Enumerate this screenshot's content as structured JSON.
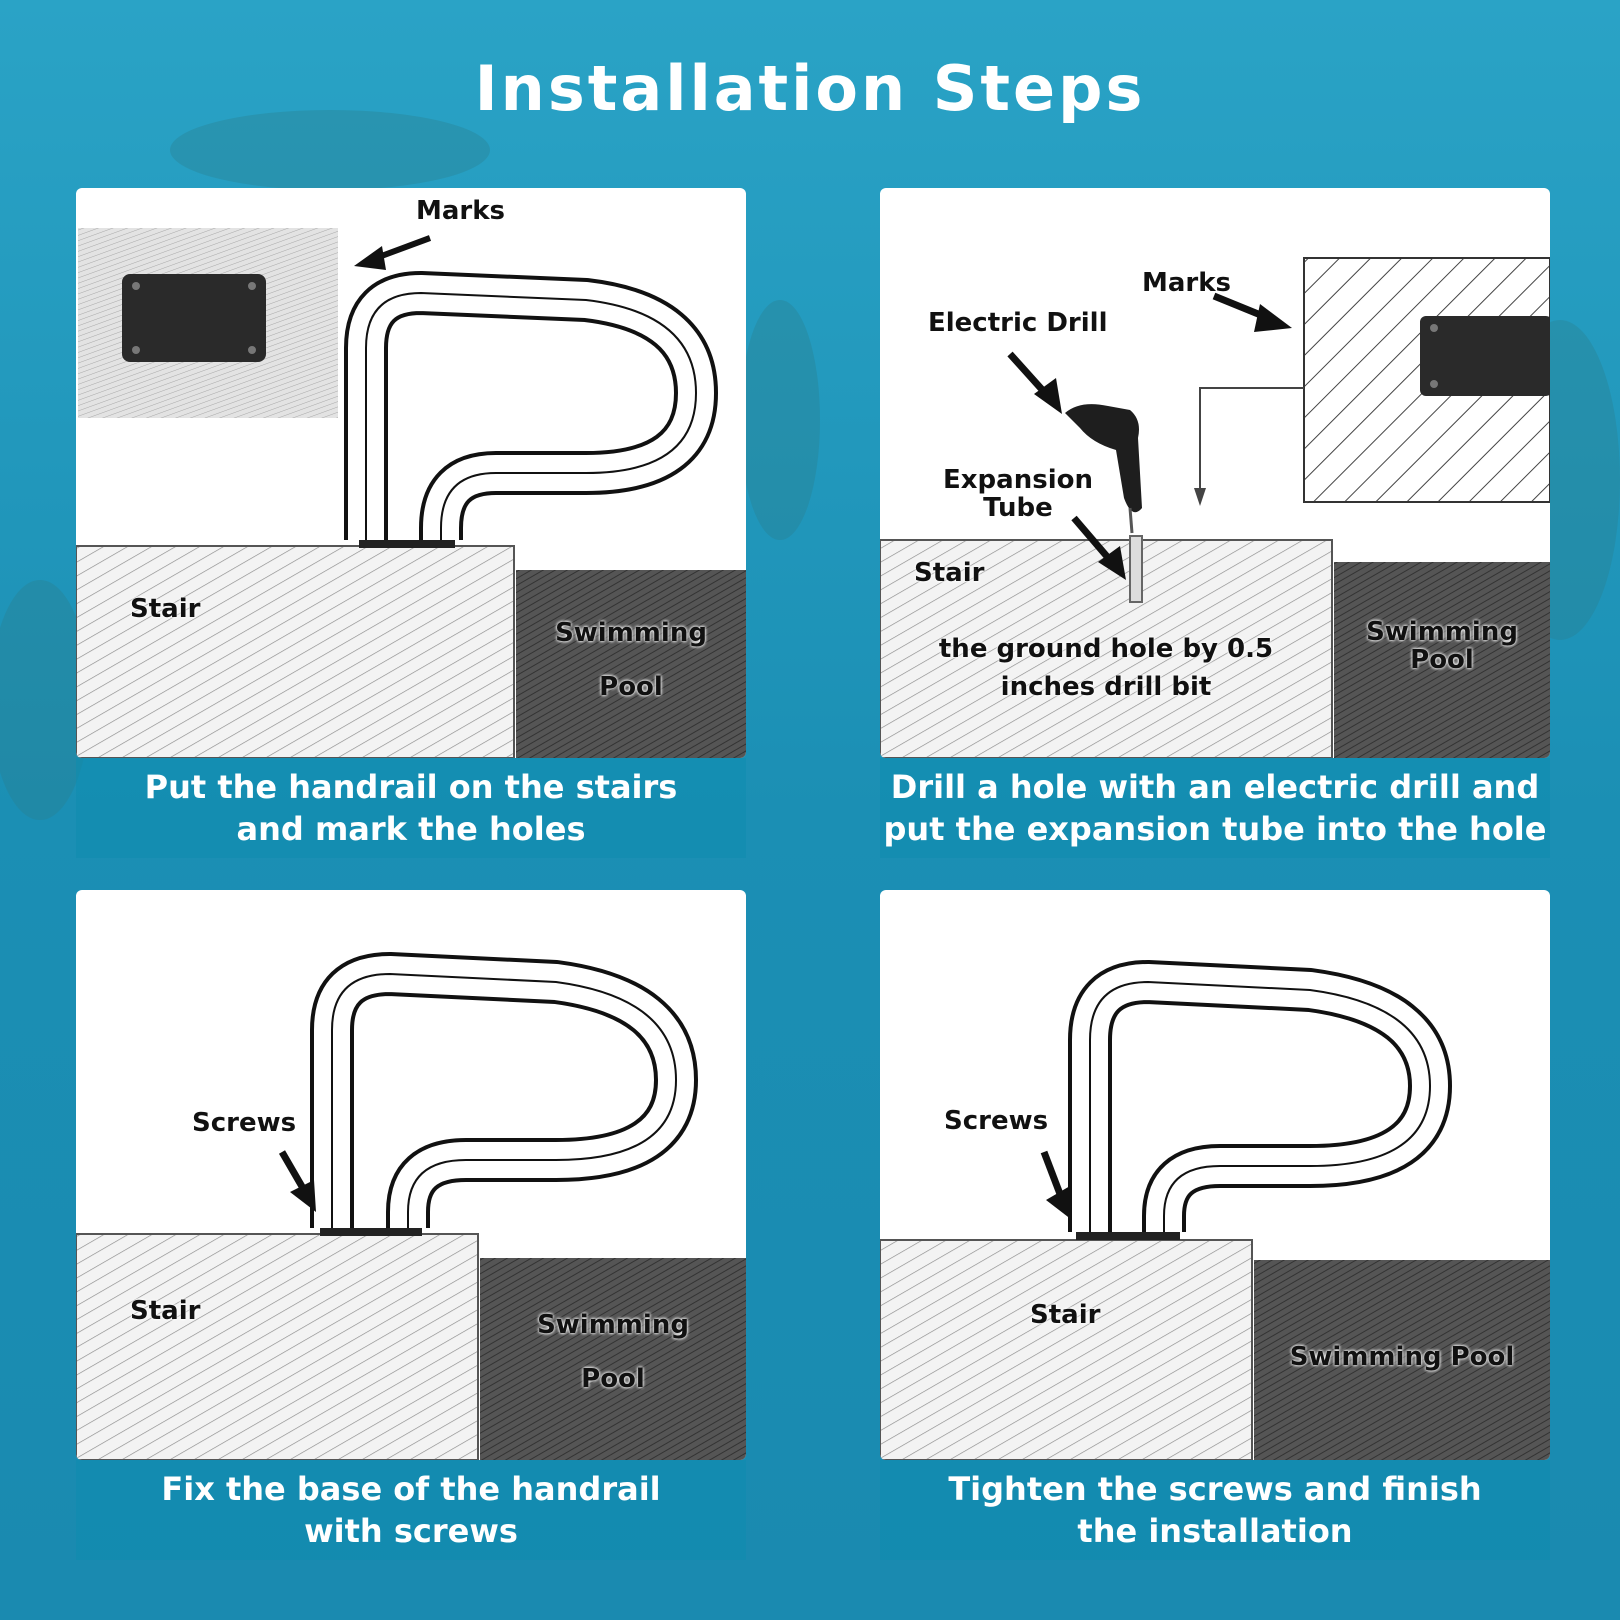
{
  "title": "Installation Steps",
  "colors": {
    "background": "#1b93b8",
    "caption_band": "#0e8caf",
    "panel": "#ffffff",
    "pool_texture": "#4a4a4a"
  },
  "steps": [
    {
      "caption_line1": "Put the handrail on the stairs",
      "caption_line2": "and mark the holes",
      "labels": {
        "marks": "Marks",
        "stair": "Stair",
        "pool_line1": "Swimming",
        "pool_line2": "Pool"
      }
    },
    {
      "caption_line1": "Drill a hole with an electric drill and",
      "caption_line2": "put the expansion tube into the hole",
      "labels": {
        "marks": "Marks",
        "drill": "Electric Drill",
        "tube_line1": "Expansion",
        "tube_line2": "Tube",
        "stair": "Stair",
        "note_line1": "the ground hole by 0.5",
        "note_line2": "inches drill bit",
        "pool_line1": "Swimming",
        "pool_line2": "Pool"
      }
    },
    {
      "caption_line1": "Fix the base of the handrail",
      "caption_line2": "with screws",
      "labels": {
        "screws": "Screws",
        "stair": "Stair",
        "pool_line1": "Swimming",
        "pool_line2": "Pool"
      }
    },
    {
      "caption_line1": "Tighten the screws and finish",
      "caption_line2": "the installation",
      "labels": {
        "screws": "Screws",
        "stair": "Stair",
        "pool": "Swimming Pool"
      }
    }
  ]
}
